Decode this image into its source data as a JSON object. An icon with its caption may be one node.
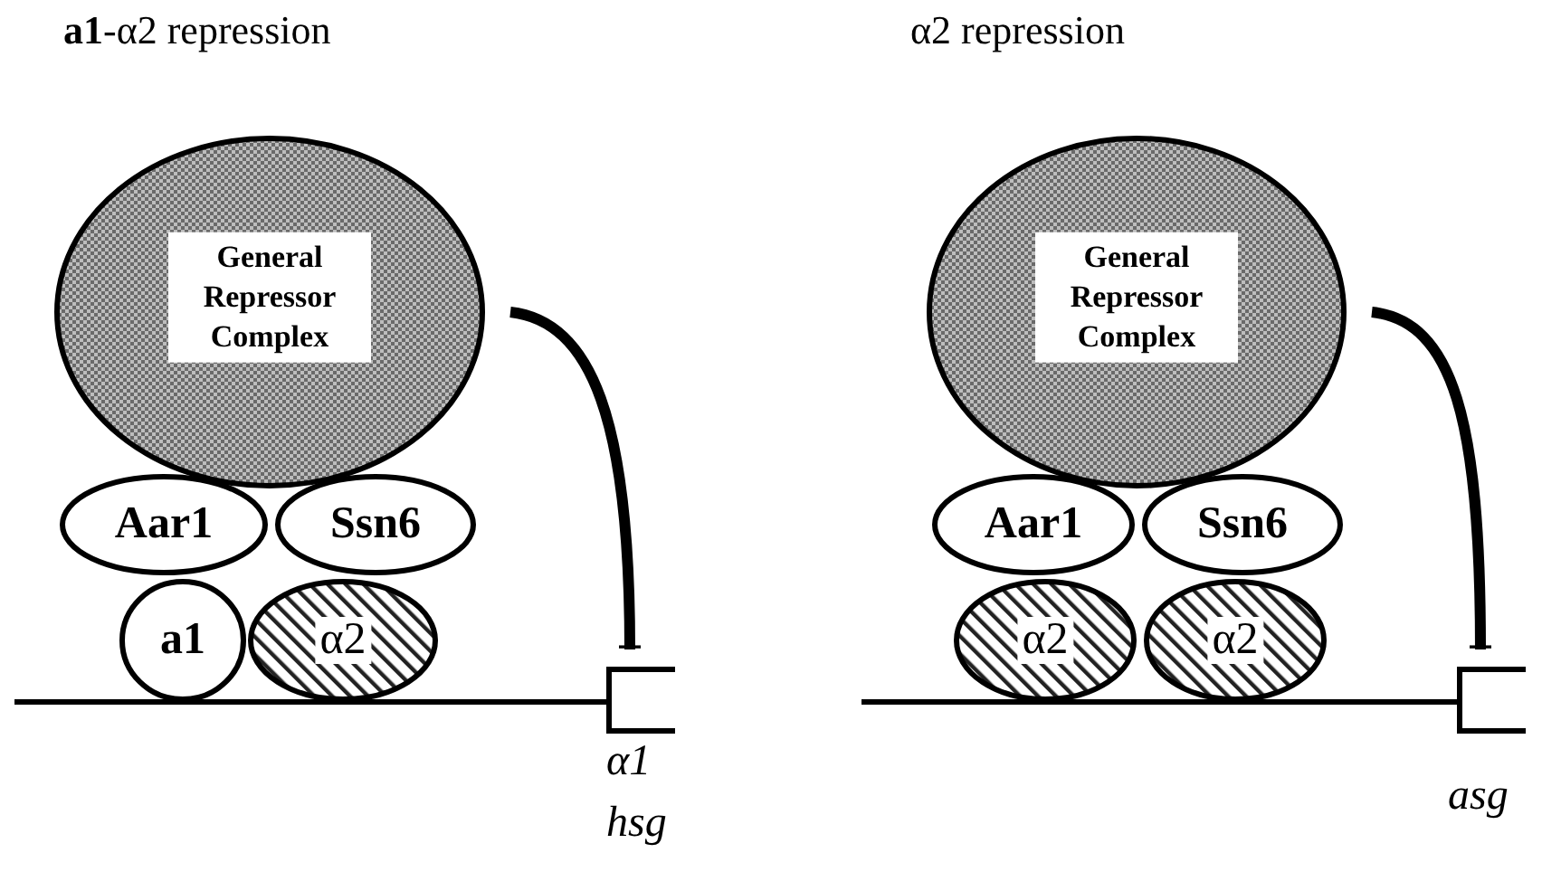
{
  "diagram": {
    "nodes": [
      {
        "text": [
          "General Repressor Complex"
        ]
      },
      {
        "text": [
          "Aar1"
        ]
      },
      {
        "text": [
          "Ssn6"
        ]
      },
      {
        "text": [
          "a1"
        ]
      },
      {
        "text": [
          "α2"
        ]
      },
      {
        "text": [],
        "shape": "box",
        "beside": [
          "α1 hsg"
        ]
      },
      {
        "text": [
          "General Repressor Complex"
        ]
      },
      {
        "text": [
          "Aar1"
        ]
      },
      {
        "text": [
          "Ssn6"
        ]
      },
      {
        "text": [
          "α2"
        ]
      },
      {
        "text": [
          "α2"
        ]
      },
      {
        "text": [],
        "shape": "box",
        "beside": [
          "asg"
        ]
      }
    ],
    "edges": [
      {
        "from": 0,
        "to": 5,
        "arrow": "other"
      },
      {
        "from": 6,
        "to": 11,
        "arrow": "other"
      }
    ],
    "labels": [
      "**a1**-α2 repression",
      "α2 repression"
    ]
  }
}
